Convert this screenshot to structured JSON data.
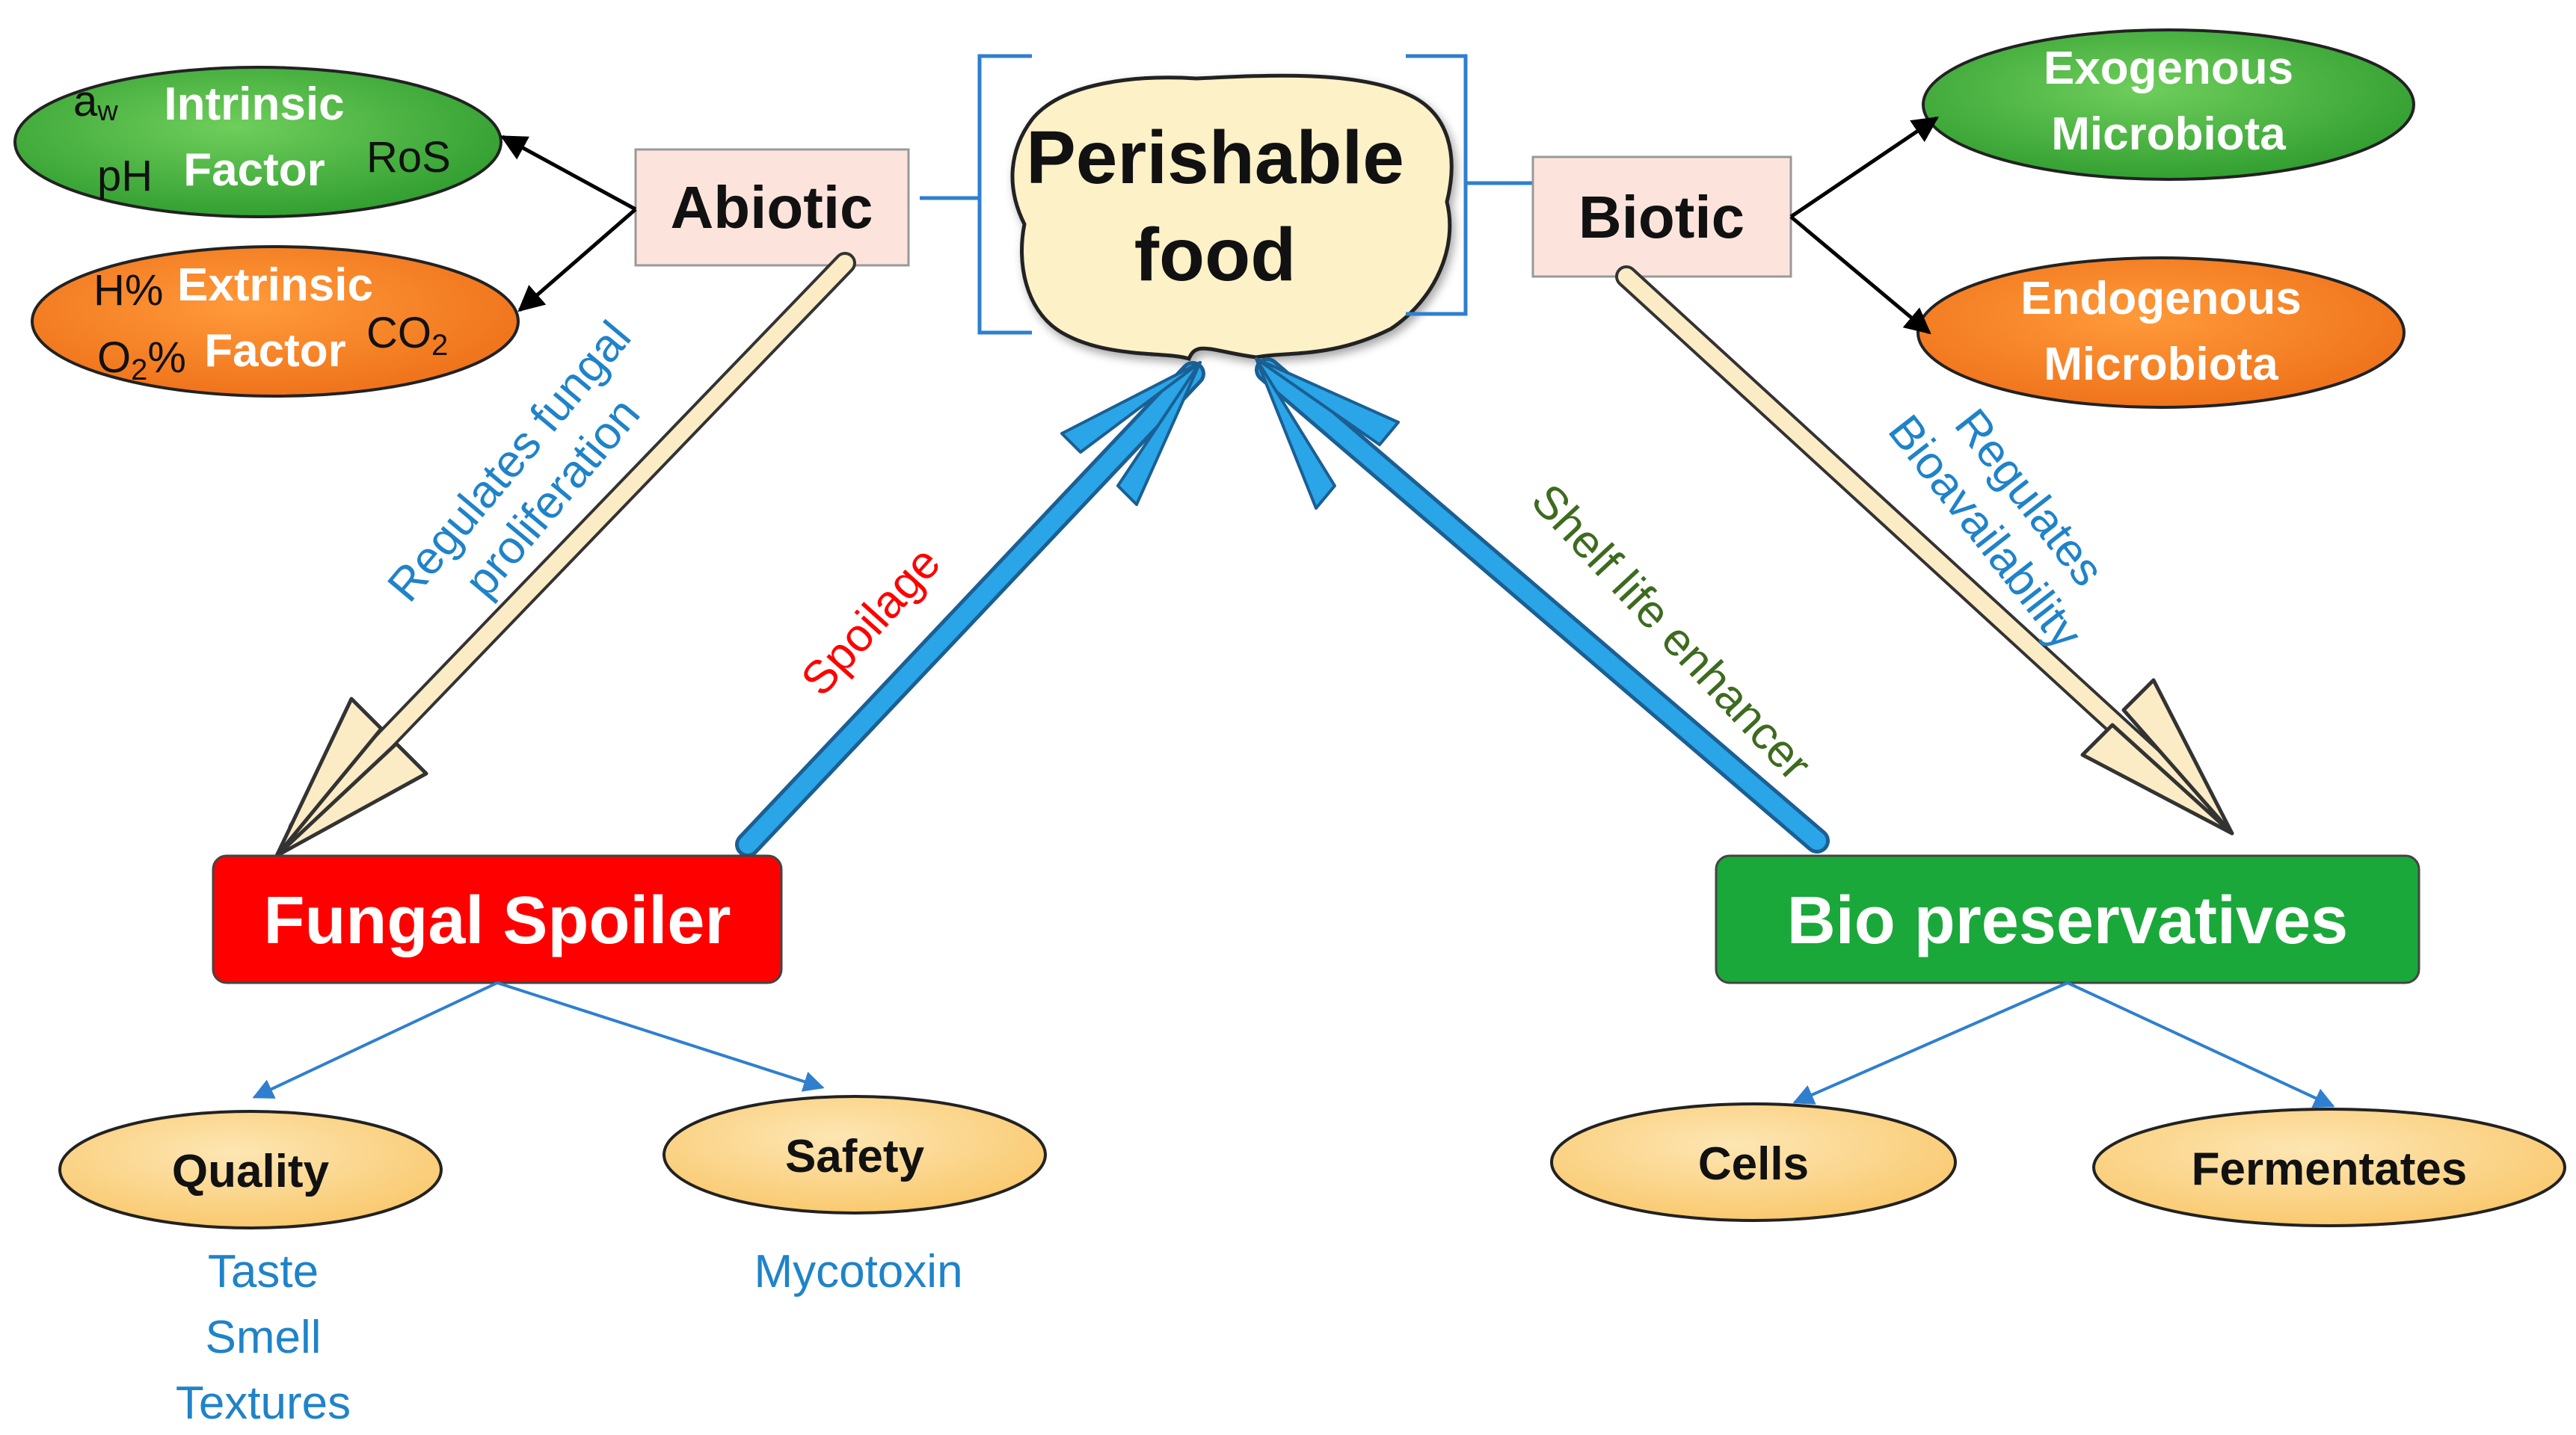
{
  "center": {
    "line1": "Perishable",
    "line2": "food"
  },
  "abiotic": {
    "label": "Abiotic"
  },
  "biotic": {
    "label": "Biotic"
  },
  "intrinsic": {
    "line1": "Intrinsic",
    "line2": "Factor",
    "aw_main": "a",
    "aw_sub": "w",
    "ph": "pH",
    "ros": "RoS"
  },
  "extrinsic": {
    "line1": "Extrinsic",
    "line2": "Factor",
    "h": "H%",
    "o2_main": "O",
    "o2_sub": "2",
    "o2_suffix": "%",
    "co2_main": "CO",
    "co2_sub": "2"
  },
  "exogenous": {
    "line1": "Exogenous",
    "line2": "Microbiota"
  },
  "endogenous": {
    "line1": "Endogenous",
    "line2": "Microbiota"
  },
  "fungal_spoiler": {
    "label": "Fungal Spoiler"
  },
  "bio_preservatives": {
    "label": "Bio preservatives"
  },
  "edges": {
    "regulates_fungal_line1": "Regulates fungal",
    "regulates_fungal_line2": "proliferation",
    "spoilage": "Spoilage",
    "shelf_life": "Shelf life enhancer",
    "regulates_bio_line1": "Regulates",
    "regulates_bio_line2": "Bioavailability"
  },
  "quality": {
    "label": "Quality",
    "items": [
      "Taste",
      "Smell",
      "Textures"
    ]
  },
  "safety": {
    "label": "Safety",
    "items": [
      "Mycotoxin"
    ]
  },
  "cells": {
    "label": "Cells"
  },
  "fermentates": {
    "label": "Fermentates"
  },
  "colors": {
    "green_dark": "#1f8f2a",
    "green_light": "#4cb84a",
    "orange": "#f47f24",
    "red": "#ff0000",
    "bio_green": "#1aa83a",
    "blue_arrow": "#2aa5e8",
    "cream_arrow": "#fbecc5",
    "pink_box": "#fce4dc",
    "food_fill": "#fdf1c8",
    "yellow_ellipse": "#fcd58a",
    "text_blue": "#1f83c9",
    "text_red": "#ff0000",
    "text_green": "#3d6b1f"
  }
}
